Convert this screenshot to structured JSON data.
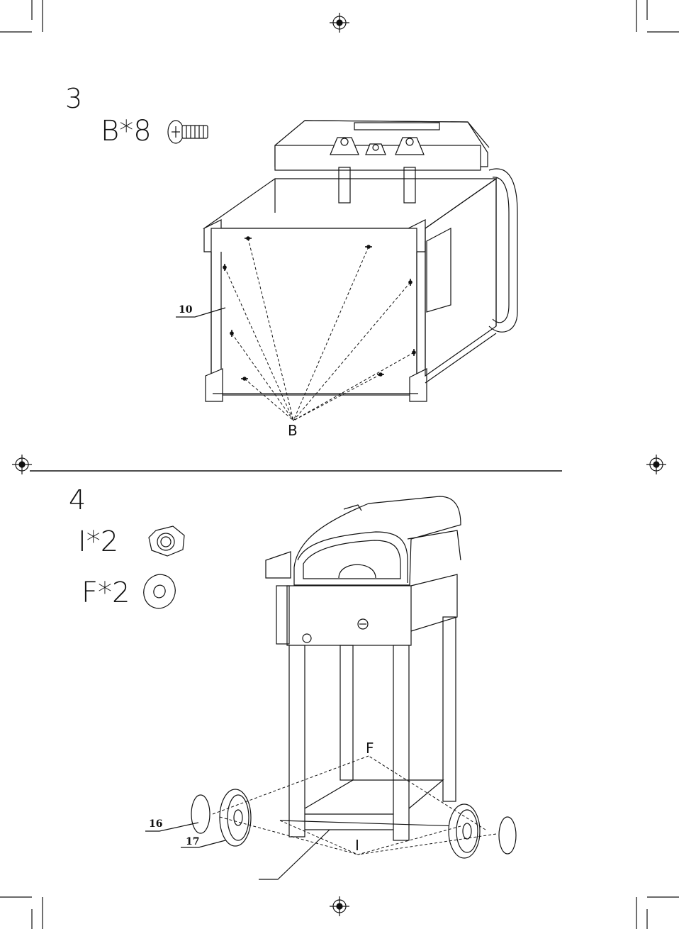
{
  "step3": {
    "number": "3",
    "part_qty": "B*8",
    "hardware_icon": "screw-icon",
    "callout_letter": "B",
    "part_number": "10"
  },
  "step4": {
    "number": "4",
    "hardware": [
      {
        "qty": "I*2",
        "icon": "lock-nut-icon"
      },
      {
        "qty": "F*2",
        "icon": "washer-icon"
      }
    ],
    "callout_f": "F",
    "callout_i": "I",
    "part_numbers": [
      "16",
      "17"
    ]
  },
  "colors": {
    "line": "#111111",
    "paper": "#ffffff",
    "shade": "#555555"
  }
}
